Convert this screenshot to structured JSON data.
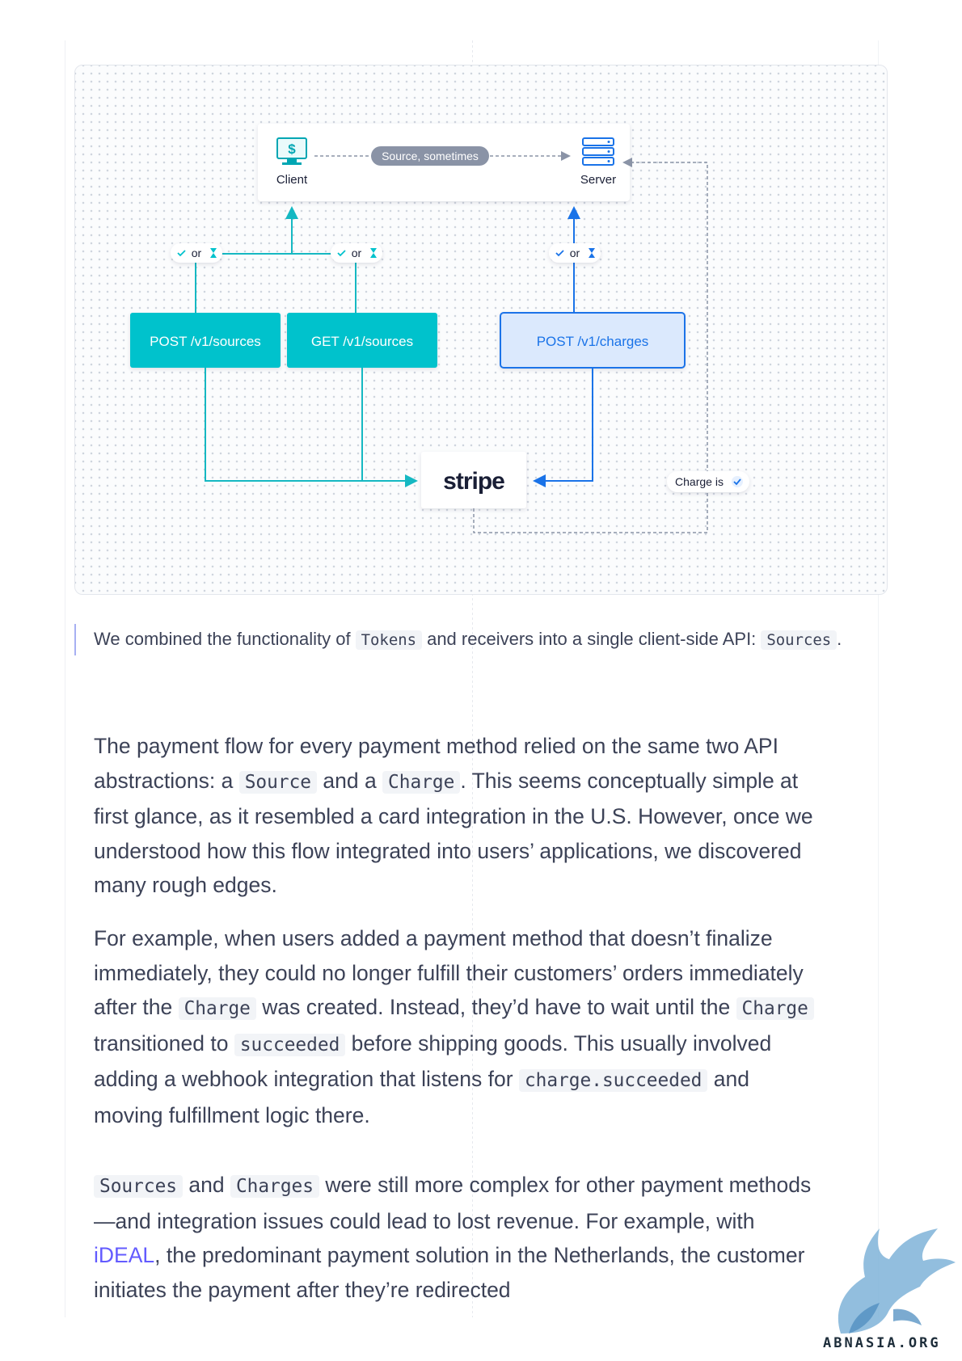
{
  "diagram": {
    "client_label": "Client",
    "server_label": "Server",
    "source_pill": "Source, sometimes",
    "or_label": "or",
    "post_sources": "POST /v1/sources",
    "get_sources": "GET /v1/sources",
    "post_charges": "POST /v1/charges",
    "stripe_logo": "stripe",
    "charge_is": "Charge is",
    "colors": {
      "teal": "#00c2cc",
      "teal_line": "#15b8c2",
      "blue": "#1a73e8",
      "blue_box": "#dbe9fd",
      "pill": "#8a93a6",
      "dark": "#1a1f36"
    }
  },
  "caption": {
    "t1": "We combined the functionality of ",
    "c1": "Tokens",
    "t2": " and receivers into a single client-side API: ",
    "c2": "Sources",
    "t3": "."
  },
  "p1": {
    "t1": "The payment flow for every payment method relied on the same two API abstractions: a ",
    "c1": "Source",
    "t2": " and a ",
    "c2": "Charge",
    "t3": ". This seems conceptually simple at first glance, as it resembled a card integration in the U.S. However, once we understood how this flow integrated into users’ applications, we discovered many rough edges."
  },
  "p2": {
    "t1": "For example, when users added a payment method that doesn’t finalize immediately, they could no longer fulfill their customers’ orders immediately after the ",
    "c1": "Charge",
    "t2": " was created. Instead, they’d have to wait until the ",
    "c2": "Charge",
    "t3": " transitioned to ",
    "c3": "succeeded",
    "t4": " before shipping goods. This usually involved adding a webhook integration that listens for ",
    "c4": "charge.succeeded",
    "t5": " and moving fulfillment logic there."
  },
  "p3": {
    "c1": "Sources",
    "t1": " and ",
    "c2": "Charges",
    "t2": " were still more complex for other payment methods—and integration issues could lead to lost revenue. For example, with ",
    "link": "iDEAL",
    "t3": ", the predominant payment solution in the Netherlands, the customer initiates the payment after they’re redirected"
  },
  "watermark": {
    "text": "ABNASIA.ORG"
  }
}
